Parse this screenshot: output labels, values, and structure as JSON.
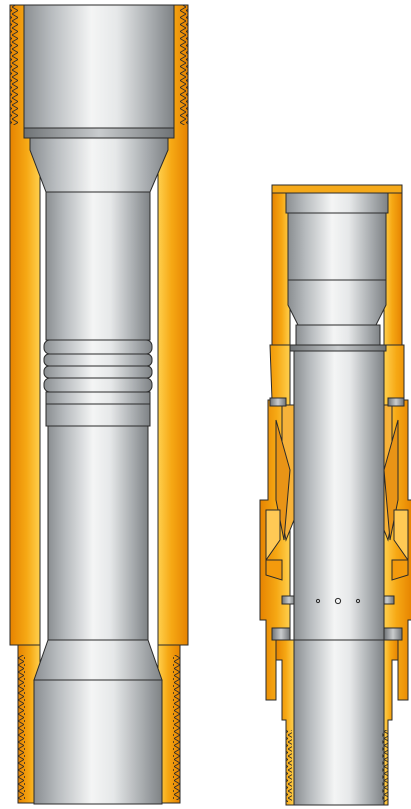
{
  "image": {
    "description_terms": [],
    "palette": {
      "orange_dark": "#E98A00",
      "orange_mid": "#F4A20E",
      "orange_light": "#FFC54A",
      "steel_dark": "#7B7F82",
      "steel_mid": "#B9BDC0",
      "steel_light": "#F2F3F3",
      "outline": "#2A2A2A"
    },
    "components": [
      {
        "name": "left-tool",
        "parts": [
          "upper-threaded-box",
          "upper-taper",
          "upper-mandrel",
          "seal-rings",
          "lower-mandrel",
          "lower-taper",
          "lower-threaded-pin"
        ]
      },
      {
        "name": "right-tool",
        "parts": [
          "upper-box",
          "mandrel",
          "slip-elements",
          "port-holes",
          "lower-sub"
        ]
      }
    ]
  }
}
